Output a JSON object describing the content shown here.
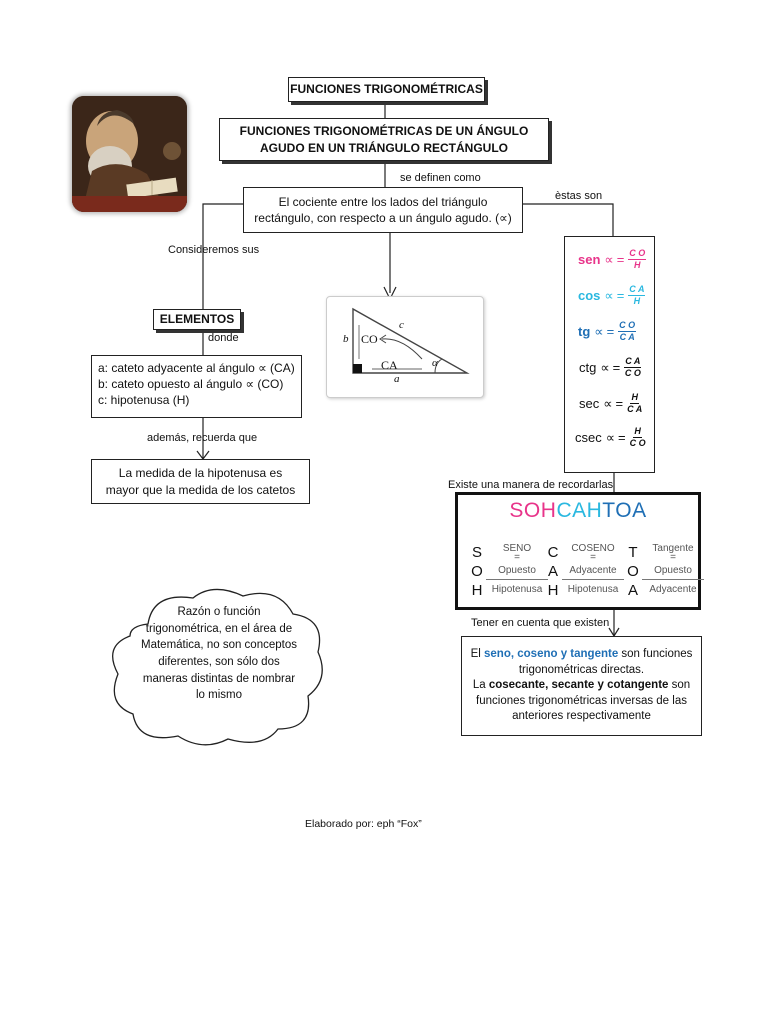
{
  "title": "FUNCIONES TRIGONOMÉTRICAS",
  "subtitle": "FUNCIONES TRIGONOMÉTRICAS DE UN ÁNGULO AGUDO EN UN TRIÁNGULO RECTÁNGULO",
  "labels": {
    "se_definen": "se definen como",
    "estas_son": "èstas son",
    "consideremos": "Consideremos sus",
    "donde": "donde",
    "ademas": "además, recuerda que",
    "existe": "Existe una manera de recordarlas",
    "tener": "Tener en cuenta que existen",
    "credit": "Elaborado por: eph “Fox”"
  },
  "definition": "El cociente entre los lados del triángulo rectángulo, con respecto a un ángulo agudo. (∝)",
  "elements": {
    "heading": "ELEMENTOS",
    "items": [
      "a: cateto adyacente al ángulo ∝ (CA)",
      "b: cateto opuesto al ángulo ∝ (CO)",
      "c: hipotenusa (H)"
    ]
  },
  "hypotenuse_note": "La medida de la hipotenusa es mayor que la medida de los catetos",
  "cloud_text": "Razón o función trigonométrica, en el área de Matemática, no son conceptos diferentes, son sólo dos maneras distintas de nombrar lo mismo",
  "triangle": {
    "a": "a",
    "b": "b",
    "c": "c",
    "co": "CO",
    "ca": "CA",
    "alpha": "α"
  },
  "formulas": [
    {
      "name": "sen",
      "num": "C O",
      "den": "H",
      "color": "#e8348a"
    },
    {
      "name": "cos",
      "num": "C A",
      "den": "H",
      "color": "#2ab8e0"
    },
    {
      "name": "tg",
      "num": "C O",
      "den": "C A",
      "color": "#1f6fb5"
    },
    {
      "name": "ctg",
      "num": "C A",
      "den": "C O",
      "color": "#111111"
    },
    {
      "name": "sec",
      "num": "H",
      "den": "C A",
      "color": "#111111"
    },
    {
      "name": "csec",
      "num": "H",
      "den": "C O",
      "color": "#111111"
    }
  ],
  "alpha_symbol": "∝",
  "sohcahtoa": {
    "soh": "SOH",
    "cah": "CAH",
    "toa": "TOA",
    "colors": {
      "soh": "#e8348a",
      "cah": "#2ab8e0",
      "toa": "#1f6fb5"
    },
    "columns": [
      {
        "letters": [
          "S",
          "O",
          "H"
        ],
        "words": [
          "SENO",
          "Opuesto",
          "Hipotenusa"
        ]
      },
      {
        "letters": [
          "C",
          "A",
          "H"
        ],
        "words": [
          "COSENO",
          "Adyacente",
          "Hipotenusa"
        ]
      },
      {
        "letters": [
          "T",
          "O",
          "A"
        ],
        "words": [
          "Tangente",
          "Opuesto",
          "Adyacente"
        ]
      }
    ],
    "equals": "="
  },
  "note": {
    "p1_pre": "El ",
    "p1_highlight": "seno, coseno y tangente",
    "p1_post": " son funciones trigonométricas directas.",
    "p2_pre": "La ",
    "p2_bold": "cosecante, secante y cotangente",
    "p2_post": " son funciones trigonométricas inversas de las anteriores respectivamente",
    "highlight_color": "#1f6fb5"
  }
}
